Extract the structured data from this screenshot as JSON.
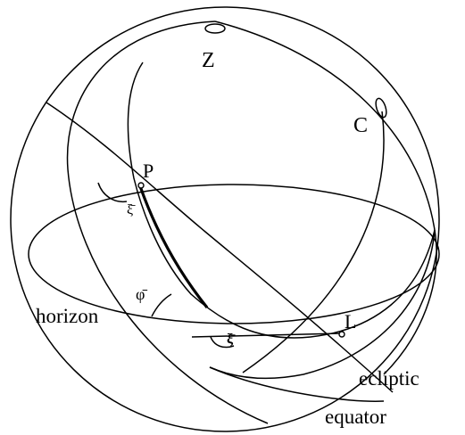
{
  "diagram": {
    "labels": {
      "zenith": "Z",
      "pole_c": "C",
      "pole_p": "P",
      "point_l": "L",
      "horizon": "horizon",
      "ecliptic": "ecliptic",
      "equator": "equator",
      "angle_xi_at_p": "ξ̄",
      "angle_phi": "φ̄",
      "angle_xi_low": "ξ̄"
    },
    "colors": {
      "stroke": "#000000",
      "background": "#ffffff"
    }
  }
}
